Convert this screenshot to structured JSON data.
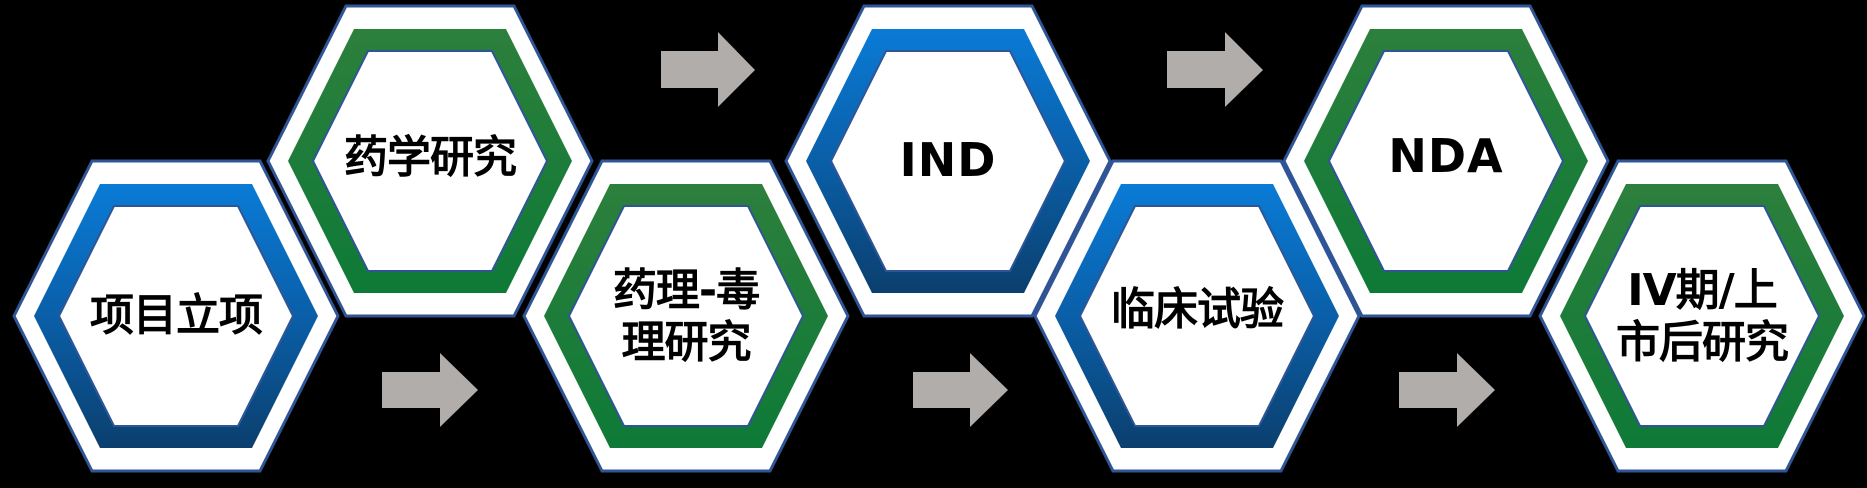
{
  "diagram": {
    "title": "",
    "type": "process-flow",
    "colors": {
      "background": "#000000",
      "hex_outline": "#2f5597",
      "hex_white_band": "#ffffff",
      "blue_ring_top": "#0a7bd6",
      "blue_ring_bottom": "#0b3f6e",
      "green_ring_top": "#2d7f3c",
      "green_ring_bottom": "#0e7a37",
      "arrow": "#b0adab",
      "text": "#000000"
    },
    "steps": [
      {
        "id": "step-1",
        "label": "项目立项",
        "ring": "blue",
        "row": "bottom"
      },
      {
        "id": "step-2",
        "label": "药学研究",
        "ring": "green",
        "row": "top"
      },
      {
        "id": "step-3",
        "label": "药理-毒\n理研究",
        "line1": "药理-毒",
        "line2": "理研究",
        "ring": "green",
        "row": "bottom"
      },
      {
        "id": "step-4",
        "label": "IND",
        "ring": "blue",
        "row": "top"
      },
      {
        "id": "step-5",
        "label": "临床试验",
        "ring": "blue",
        "row": "bottom"
      },
      {
        "id": "step-6",
        "label": "NDA",
        "ring": "green",
        "row": "top"
      },
      {
        "id": "step-7",
        "label": "IV期/上\n市后研究",
        "line1": "IV期/上",
        "line2": "市后研究",
        "ring": "green",
        "row": "bottom"
      }
    ],
    "arrows": [
      {
        "id": "arrow-1",
        "direction": "right",
        "row": "bottom"
      },
      {
        "id": "arrow-2",
        "direction": "right",
        "row": "top"
      },
      {
        "id": "arrow-3",
        "direction": "right",
        "row": "bottom"
      },
      {
        "id": "arrow-4",
        "direction": "right",
        "row": "top"
      },
      {
        "id": "arrow-5",
        "direction": "right",
        "row": "bottom"
      }
    ]
  }
}
